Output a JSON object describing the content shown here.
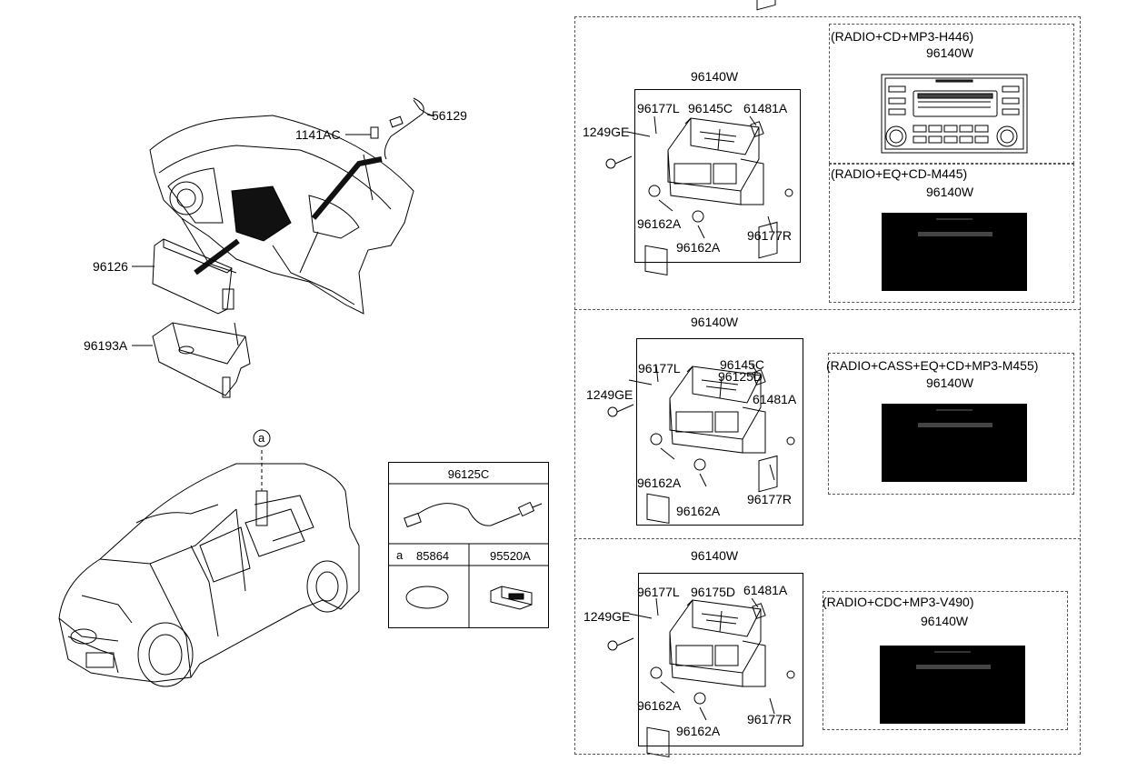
{
  "left": {
    "labels": {
      "p56129": "56129",
      "p1141ac": "1141AC",
      "p96126": "96126",
      "p96193a": "96193A",
      "callout_a": "a"
    },
    "kit_box": {
      "title": "96125C",
      "callout": "a",
      "p85864": "85864",
      "p95520a": "95520A"
    }
  },
  "units": [
    {
      "title": "96140W",
      "labels": {
        "l177L": "96177L",
        "l145C": "96145C",
        "l61481A": "61481A",
        "l1249GE": "1249GE",
        "l162A_1": "96162A",
        "l162A_2": "96162A",
        "l177R": "96177R"
      },
      "variants": [
        {
          "heading": "(RADIO+CD+MP3-H446)",
          "part": "96140W"
        },
        {
          "heading": "(RADIO+EQ+CD-M445)",
          "part": "96140W"
        }
      ]
    },
    {
      "title": "96140W",
      "labels": {
        "l177L": "96177L",
        "l145C": "96145C",
        "l125D": "96125D",
        "l61481A": "61481A",
        "l1249GE": "1249GE",
        "l162A_1": "96162A",
        "l162A_2": "96162A",
        "l177R": "96177R"
      },
      "variants": [
        {
          "heading": "(RADIO+CASS+EQ+CD+MP3-M455)",
          "part": "96140W"
        }
      ]
    },
    {
      "title": "96140W",
      "labels": {
        "l177L": "96177L",
        "l175D": "96175D",
        "l61481A": "61481A",
        "l1249GE": "1249GE",
        "l162A_1": "96162A",
        "l162A_2": "96162A",
        "l177R": "96177R"
      },
      "variants": [
        {
          "heading": "(RADIO+CDC+MP3-V490)",
          "part": "96140W"
        }
      ]
    }
  ],
  "icons": [
    "dashboard-drawing",
    "car-drawing",
    "bezel-drawing",
    "bracket-drawing",
    "antenna-cable-drawing",
    "head-unit-drawing",
    "radio-faceplate-drawing",
    "usb-cable-drawing",
    "cover-disc-drawing",
    "jack-drawing"
  ]
}
